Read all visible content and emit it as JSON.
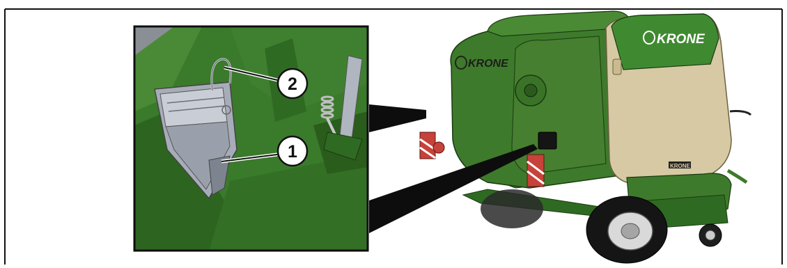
{
  "figure": {
    "callouts": [
      {
        "number": "1",
        "part": "document-holder"
      },
      {
        "number": "2",
        "part": "retaining-wire"
      }
    ],
    "brand_labels": {
      "side_logo": "KRONE",
      "rear_logo": "KRONE",
      "lower_logo": "KRONE"
    },
    "colors": {
      "machine_green": "#3e7a2b",
      "machine_green_dark": "#24521a",
      "machine_green_light": "#5e9a3e",
      "rear_cover_beige": "#d6c9a3",
      "holder_grey": "#a7adb8",
      "reflector_red": "#c7423a",
      "frame_black": "#111111"
    },
    "icons": [
      "document-holder-icon",
      "tyre-icon",
      "reflector-icon"
    ]
  }
}
